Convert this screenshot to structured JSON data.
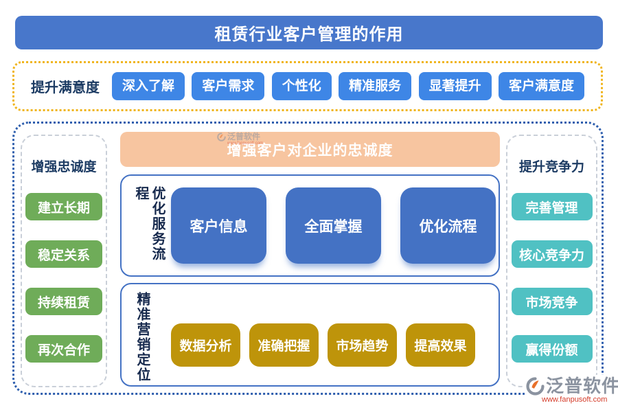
{
  "title": "租赁行业客户管理的作用",
  "satisfaction": {
    "label": "提升满意度",
    "buttons": [
      "深入了解",
      "客户需求",
      "个性化",
      "精准服务",
      "显著提升",
      "客户满意度"
    ]
  },
  "loyalty": {
    "label": "增强忠诚度",
    "buttons": [
      "建立长期",
      "稳定关系",
      "持续租赁",
      "再次合作"
    ]
  },
  "competitive": {
    "label": "提升竞争力",
    "buttons": [
      "完善管理",
      "核心竞争力",
      "市场竞争",
      "赢得份额"
    ]
  },
  "banner": "增强客户对企业的忠诚度",
  "service": {
    "label": "优化服务流程",
    "cards": [
      "客户信息",
      "全面掌握",
      "优化流程"
    ]
  },
  "marketing": {
    "label": "精准营销定位",
    "buttons": [
      "数据分析",
      "准确把握",
      "市场趋势",
      "提高效果"
    ]
  },
  "logo": {
    "name": "泛普软件",
    "url": "www.fanpusoft.com"
  },
  "watermark": {
    "name": "泛普软件",
    "url": "www.fanpusoft.com"
  },
  "colors": {
    "title_bar": "#4877CB",
    "blue_button": "#3E86E6",
    "yellow_border": "#F0B51E",
    "navy_text": "#1C3B63",
    "main_border": "#2F5FAE",
    "green_button": "#6FAC59",
    "teal_button": "#50C1C3",
    "banner_bg": "#F7C5A0",
    "card_blue": "#4472C4",
    "gold_button": "#BE940A",
    "logo_gray": "#8B93A0",
    "logo_red": "#D43C2A"
  }
}
